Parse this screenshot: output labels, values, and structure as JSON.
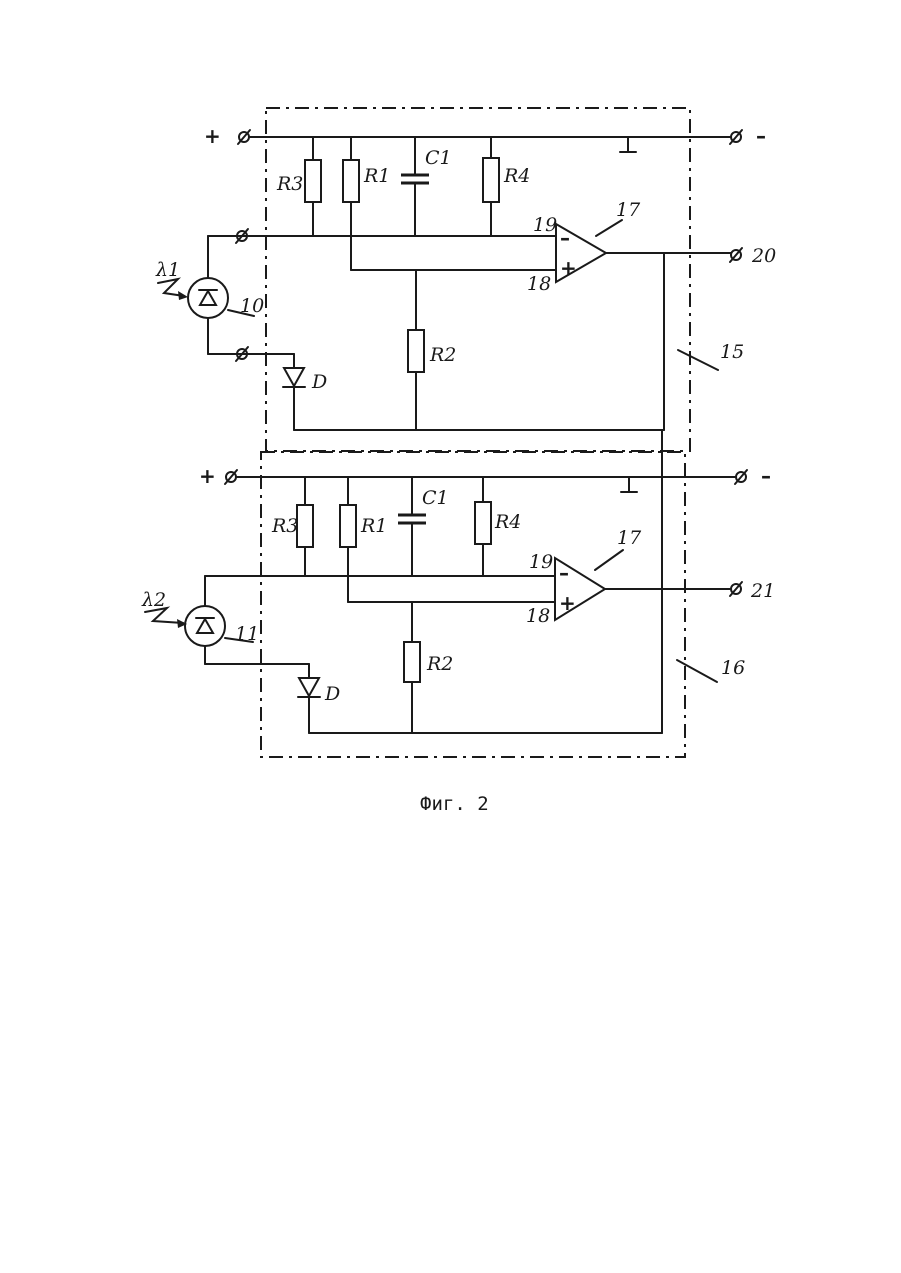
{
  "figure": {
    "caption": "Фиг. 2"
  },
  "units": [
    {
      "plus": "+",
      "minus": "–",
      "labels": {
        "r3": "R3",
        "r1": "R1",
        "c1": "C1",
        "r4": "R4",
        "r2": "R2",
        "diode": "D",
        "input": "19",
        "noninv": "18",
        "amp": "17",
        "output": "20",
        "light": "λ1",
        "photo": "10",
        "block": "15"
      },
      "opamp_signs": {
        "minus": "–",
        "plus": "+"
      }
    },
    {
      "plus": "+",
      "minus": "–",
      "labels": {
        "r3": "R3",
        "r1": "R1",
        "c1": "C1",
        "r4": "R4",
        "r2": "R2",
        "diode": "D",
        "input": "19",
        "noninv": "18",
        "amp": "17",
        "output": "21",
        "light": "λ2",
        "photo": "11",
        "block": "16"
      },
      "opamp_signs": {
        "minus": "–",
        "plus": "+"
      }
    }
  ]
}
